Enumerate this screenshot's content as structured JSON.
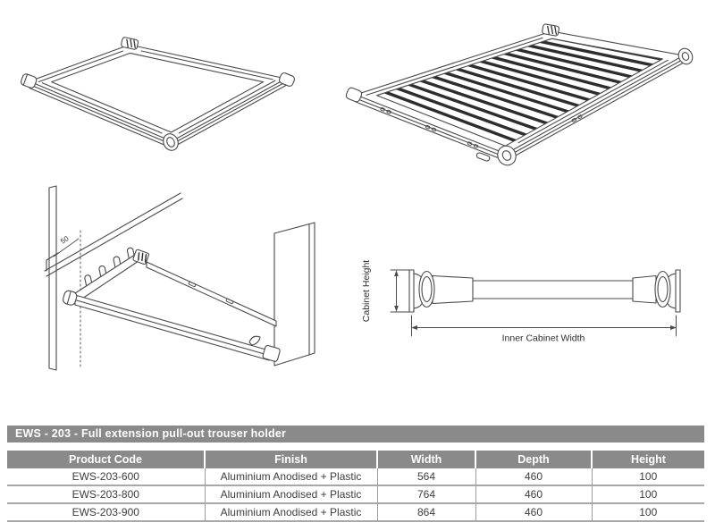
{
  "title_bar": {
    "label": "EWS - 203 - Full extension pull-out trouser holder",
    "background": "#8a8a8a",
    "text_color": "#ffffff"
  },
  "table": {
    "headers": [
      "Product Code",
      "Finish",
      "Width",
      "Depth",
      "Height"
    ],
    "rows": [
      {
        "product_code": "EWS-203-600",
        "finish": "Aluminium Anodised + Plastic",
        "width": "564",
        "depth": "460",
        "height": "100"
      },
      {
        "product_code": "EWS-203-800",
        "finish": "Aluminium Anodised + Plastic",
        "width": "764",
        "depth": "460",
        "height": "100"
      },
      {
        "product_code": "EWS-203-900",
        "finish": "Aluminium Anodised + Plastic",
        "width": "864",
        "depth": "460",
        "height": "100"
      }
    ],
    "header_bg": "#8a8a8a",
    "divider_color": "#a8a8a8"
  },
  "drawings": {
    "mounted_view": {
      "offset_label": "50"
    },
    "rod_diagram": {
      "height_label": "Cabinet Height",
      "width_label": "Inner Cabinet Width"
    }
  }
}
